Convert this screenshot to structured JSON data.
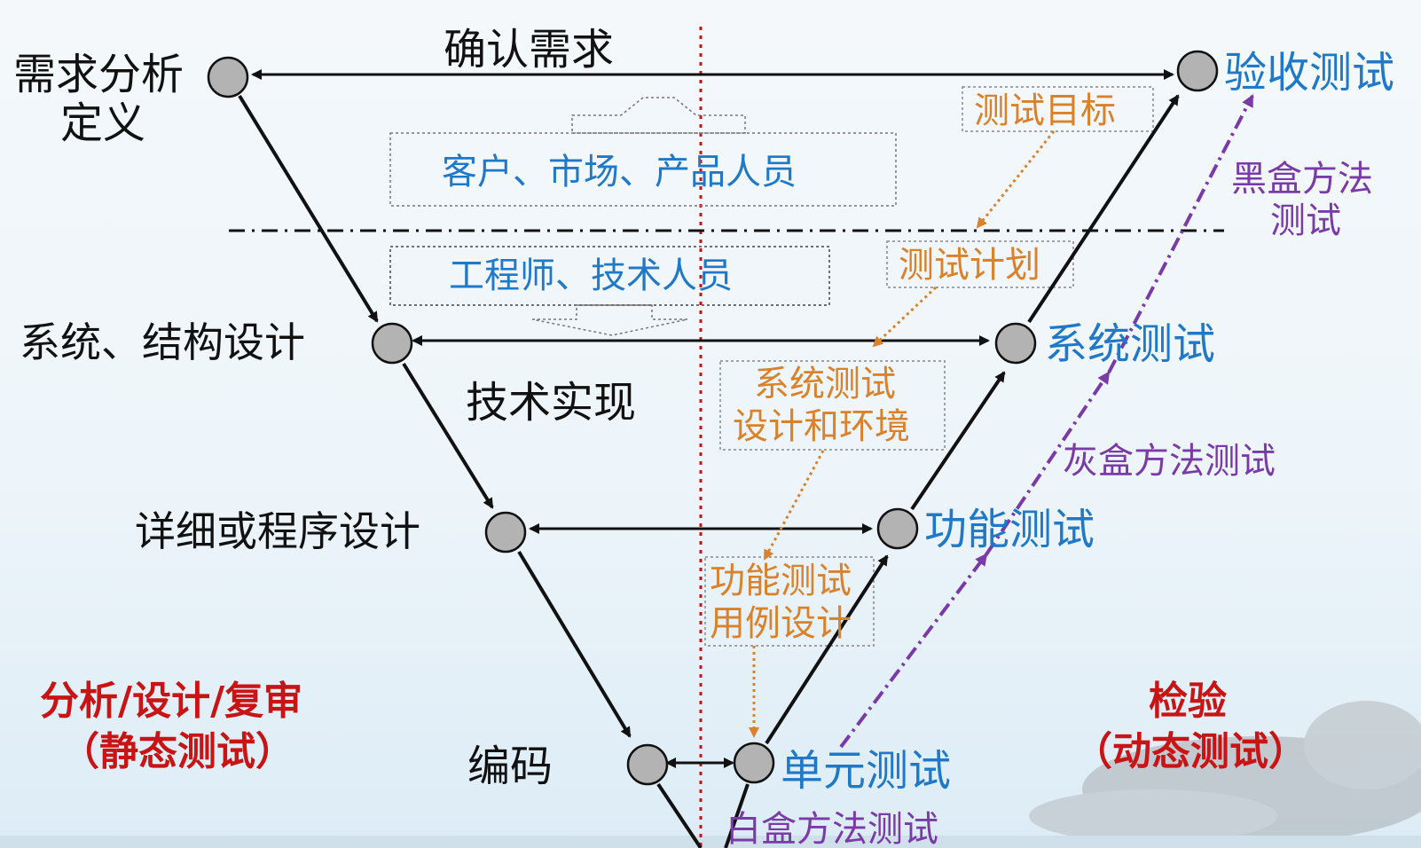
{
  "left": {
    "req": [
      "需求分析",
      "定义"
    ],
    "arch": "系统、结构设计",
    "detail": "详细或程序设计",
    "code": "编码"
  },
  "right": {
    "accept": "验收测试",
    "system": "系统测试",
    "function": "功能测试",
    "unit": "单元测试"
  },
  "mid": {
    "confirm": "确认需求",
    "impl": "技术实现",
    "customers": "客户、市场、产品人员",
    "engineers": "工程师、技术人员"
  },
  "artifacts": {
    "goal": "测试目标",
    "plan": "测试计划",
    "sysdesign": [
      "系统测试",
      "设计和环境"
    ],
    "casedesign": [
      "功能测试",
      "用例设计"
    ]
  },
  "methods": {
    "black": [
      "黑盒方法",
      "测试"
    ],
    "gray": "灰盒方法测试",
    "white": "白盒方法测试"
  },
  "footer": {
    "static": [
      "分析/设计/复审",
      "（静态测试）"
    ],
    "dynamic": [
      "检验",
      "（动态测试）"
    ]
  },
  "colors": {
    "black": "#111111",
    "blue": "#1f78c8",
    "orange": "#d9822b",
    "purple": "#7a3aa8",
    "red": "#c81414",
    "node": "#b3b3b3"
  }
}
